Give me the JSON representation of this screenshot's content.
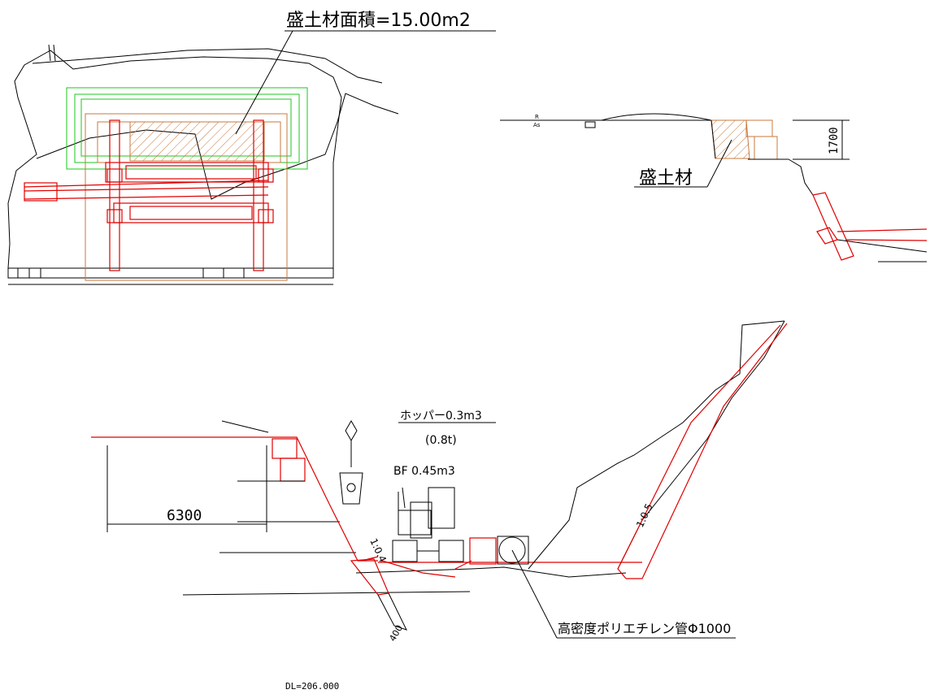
{
  "labels": {
    "fill_area": "盛土材面積=15.00m2",
    "fill_material": "盛土材",
    "height_dim": "1700",
    "road_mark_r": "R",
    "road_mark_as": "As",
    "hopper": "ホッパー0.3m3",
    "hopper_weight": "(0.8t)",
    "backhoe": "BF 0.45m3",
    "width_dim": "6300",
    "slope_left": "1:0.4",
    "slope_right": "1:0.5",
    "pipe": "高密度ポリエチレン管Φ1000",
    "pile_size": "400",
    "datum": "DL=206.000"
  },
  "colors": {
    "crane": "#e00000",
    "frame": "#19c819",
    "fill": "#c8783c",
    "line": "#000000"
  }
}
